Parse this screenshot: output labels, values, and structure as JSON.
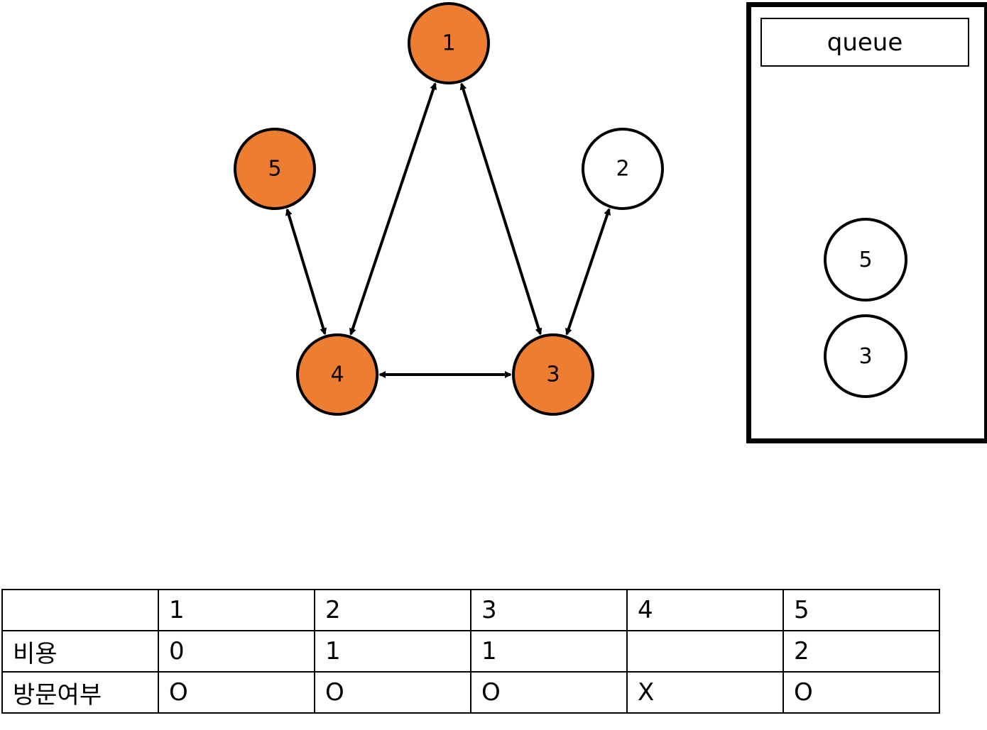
{
  "graph": {
    "nodes": [
      {
        "id": "1",
        "label": "1",
        "visited": true
      },
      {
        "id": "2",
        "label": "2",
        "visited": false
      },
      {
        "id": "3",
        "label": "3",
        "visited": true
      },
      {
        "id": "4",
        "label": "4",
        "visited": true
      },
      {
        "id": "5",
        "label": "5",
        "visited": true
      }
    ],
    "edges": [
      {
        "from": "1",
        "to": "4",
        "bidirectional": true
      },
      {
        "from": "1",
        "to": "3",
        "bidirectional": true
      },
      {
        "from": "5",
        "to": "4",
        "bidirectional": true
      },
      {
        "from": "2",
        "to": "3",
        "bidirectional": true
      },
      {
        "from": "4",
        "to": "3",
        "bidirectional": true
      }
    ],
    "colors": {
      "visited": "#ED7D31",
      "unvisited": "#FFFFFF",
      "stroke": "#000000"
    }
  },
  "queue": {
    "title": "queue",
    "items": [
      "5",
      "3"
    ]
  },
  "table": {
    "header": [
      "",
      "1",
      "2",
      "3",
      "4",
      "5"
    ],
    "rows": [
      {
        "label": "비용",
        "values": [
          "0",
          "1",
          "1",
          "",
          "2"
        ]
      },
      {
        "label": "방문여부",
        "values": [
          "O",
          "O",
          "O",
          "X",
          "O"
        ]
      }
    ]
  }
}
